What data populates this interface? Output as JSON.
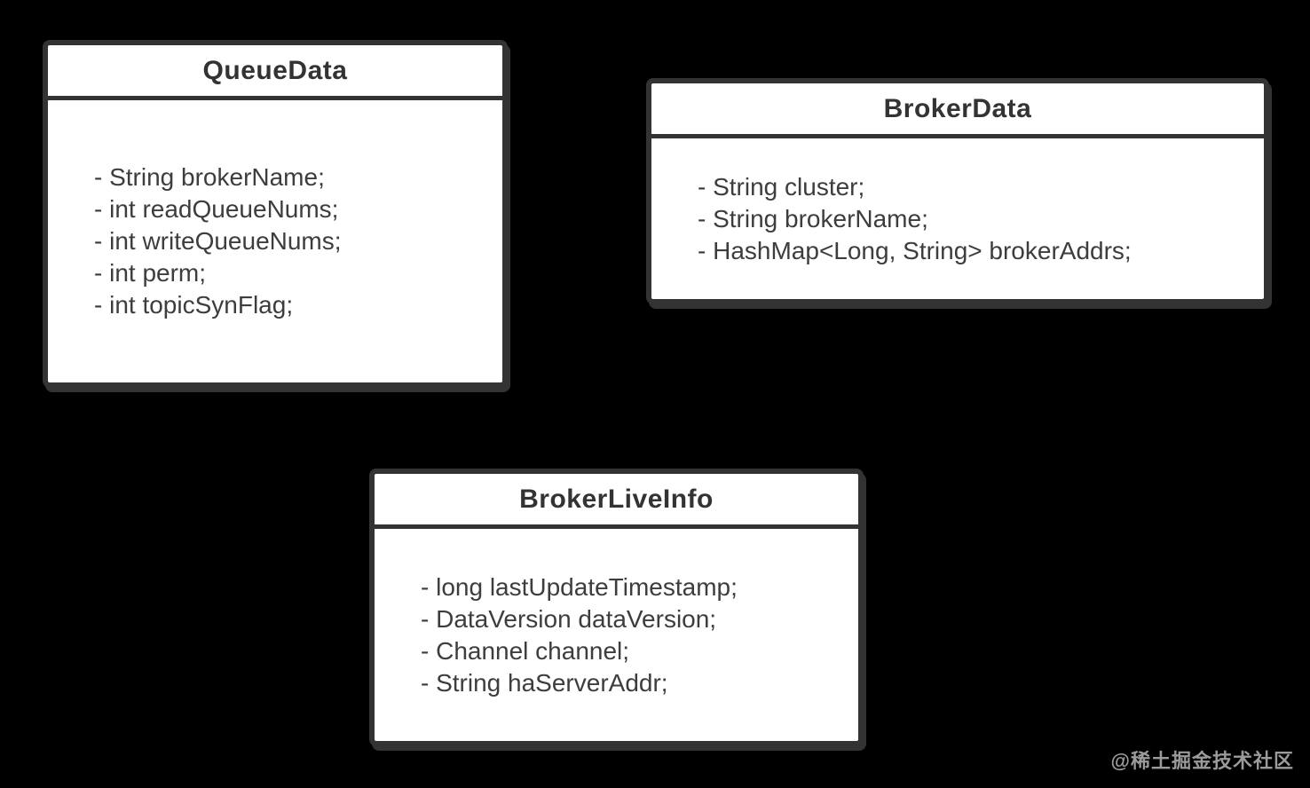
{
  "diagram": {
    "classes": [
      {
        "id": "queue-data",
        "title": "QueueData",
        "fields": [
          "- String brokerName;",
          "- int readQueueNums;",
          "- int writeQueueNums;",
          "- int perm;",
          "- int topicSynFlag;"
        ]
      },
      {
        "id": "broker-data",
        "title": "BrokerData",
        "fields": [
          "- String cluster;",
          "- String brokerName;",
          "- HashMap<Long, String> brokerAddrs;"
        ]
      },
      {
        "id": "broker-live-info",
        "title": "BrokerLiveInfo",
        "fields": [
          "- long lastUpdateTimestamp;",
          "- DataVersion dataVersion;",
          "- Channel channel;",
          "- String haServerAddr;"
        ]
      }
    ],
    "colors": {
      "background": "#000000",
      "box_fill": "#ffffff",
      "box_border": "#333333",
      "text": "#3d3d3d",
      "watermark": "#9b9b9b"
    }
  },
  "watermark": {
    "text": "@稀土掘金技术社区"
  }
}
